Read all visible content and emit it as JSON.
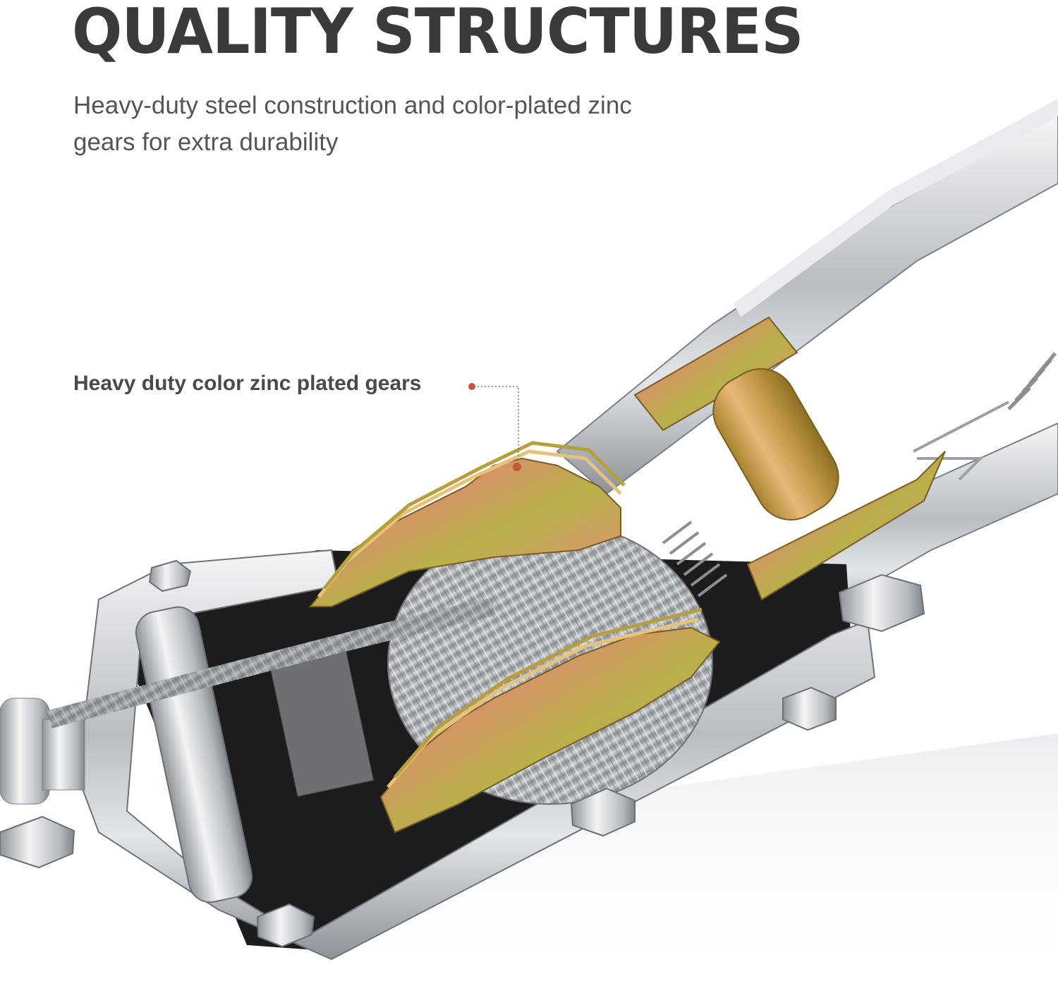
{
  "headline": "QUALITY STRUCTURES",
  "subtitle": "Heavy-duty steel construction and color-plated zinc gears for extra durability",
  "callout": {
    "label": "Heavy duty color zinc plated gears",
    "marker_color": "#c05a3a"
  },
  "product_image": {
    "icon": "hand-winch-puller-photo"
  }
}
